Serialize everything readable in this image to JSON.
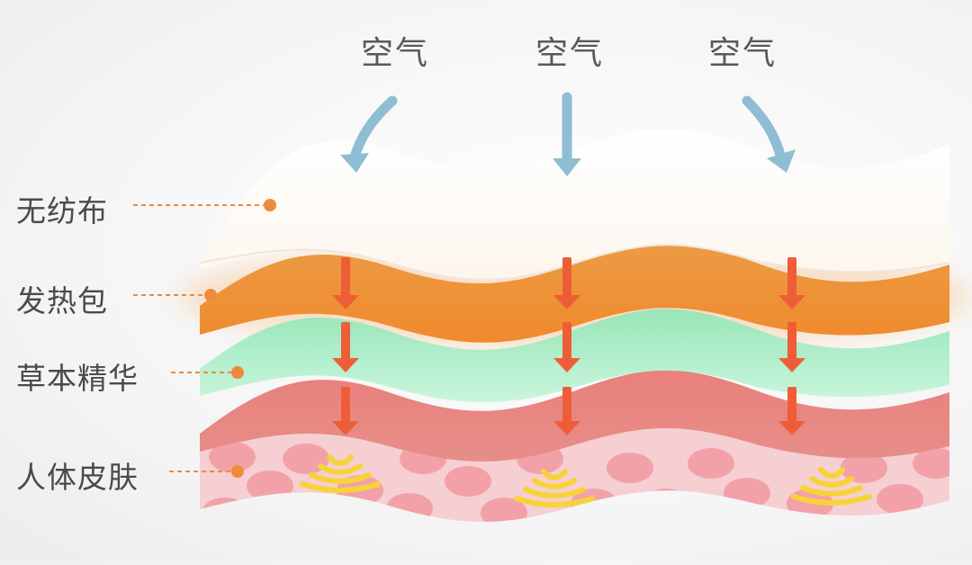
{
  "air_labels": [
    "空气",
    "空气",
    "空气"
  ],
  "layers": [
    {
      "name": "无纺布",
      "color": "#ffffff"
    },
    {
      "name": "发热包",
      "color": "#ef8f32"
    },
    {
      "name": "草本精华",
      "color": "#a6ecc6"
    },
    {
      "name": "人体皮肤",
      "color": "#e88782"
    }
  ],
  "colors": {
    "air_arrow": "#8fbdd3",
    "heat_arrow": "#ee5e36",
    "leader_line": "#ee8a3c",
    "warmth_wave": "#f7d338",
    "skin_cell": "#f07c86"
  }
}
